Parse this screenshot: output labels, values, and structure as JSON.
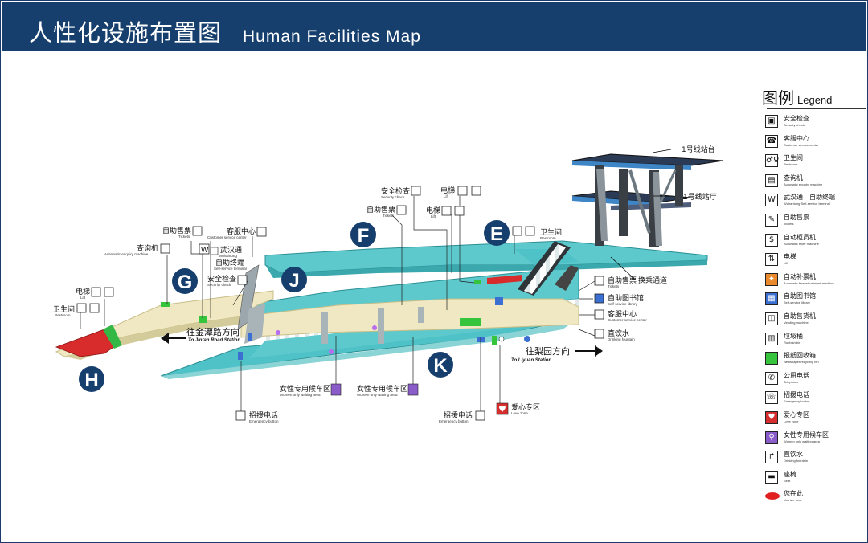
{
  "header": {
    "title_cn": "人性化设施布置图",
    "title_en": "Human Facilities Map"
  },
  "legend": {
    "title_cn": "图例",
    "title_en": "Legend",
    "items": [
      {
        "cn": "安全检查",
        "en": "Security check",
        "icon": "security-check-icon",
        "glyph": "▣",
        "color": "#ffffff"
      },
      {
        "cn": "客服中心",
        "en": "Customer service center",
        "icon": "customer-service-icon",
        "glyph": "☎",
        "color": "#ffffff"
      },
      {
        "cn": "卫生间",
        "en": "Restroom",
        "icon": "restroom-icon",
        "glyph": "♂♀",
        "color": "#ffffff"
      },
      {
        "cn": "查询机",
        "en": "Automatic enquiry machine",
        "icon": "enquiry-machine-icon",
        "glyph": "▤",
        "color": "#ffffff"
      },
      {
        "cn": "武汉通　自助终端",
        "en": "Wuhantong    Self-service terminal",
        "icon": "wuhantong-icon",
        "glyph": "W",
        "color": "#ffffff"
      },
      {
        "cn": "自助售票",
        "en": "Tickets",
        "icon": "ticket-machine-icon",
        "glyph": "✎",
        "color": "#ffffff"
      },
      {
        "cn": "自动柜员机",
        "en": "Automatic teller machine",
        "icon": "atm-icon",
        "glyph": "$",
        "color": "#ffffff"
      },
      {
        "cn": "电梯",
        "en": "Lift",
        "icon": "lift-icon",
        "glyph": "⇅",
        "color": "#ffffff"
      },
      {
        "cn": "自动补票机",
        "en": "Automatic fare adjustment machine",
        "icon": "fare-adjustment-icon",
        "glyph": "✦",
        "color": "#e98a2c"
      },
      {
        "cn": "自助图书馆",
        "en": "Self-service library",
        "icon": "library-icon",
        "glyph": "▦",
        "color": "#3b6fd1"
      },
      {
        "cn": "自助售货机",
        "en": "Vending machine",
        "icon": "vending-machine-icon",
        "glyph": "◫",
        "color": "#ffffff"
      },
      {
        "cn": "垃圾桶",
        "en": "Rubbish bin",
        "icon": "rubbish-bin-icon",
        "glyph": "▥",
        "color": "#ffffff"
      },
      {
        "cn": "报纸回收箱",
        "en": "Newspaper recycling bin",
        "icon": "newspaper-bin-icon",
        "glyph": "",
        "color": "#37c43d"
      },
      {
        "cn": "公用电话",
        "en": "Telephone",
        "icon": "telephone-icon",
        "glyph": "✆",
        "color": "#ffffff"
      },
      {
        "cn": "招援电话",
        "en": "Emergency button",
        "icon": "emergency-button-icon",
        "glyph": "☏",
        "color": "#ffffff"
      },
      {
        "cn": "爱心专区",
        "en": "Love zone",
        "icon": "love-zone-icon",
        "glyph": "♥",
        "color": "#d62e2e"
      },
      {
        "cn": "女性专用候车区",
        "en": "Women only waiting area",
        "icon": "women-waiting-icon",
        "glyph": "♀",
        "color": "#8a5cc9"
      },
      {
        "cn": "直饮水",
        "en": "Drinking fountain",
        "icon": "drinking-fountain-icon",
        "glyph": "↱",
        "color": "#ffffff"
      },
      {
        "cn": "座椅",
        "en": "Seat",
        "icon": "seat-icon",
        "glyph": "▬",
        "color": "#ffffff"
      },
      {
        "cn": "您在此",
        "en": "You are here",
        "icon": "you-are-here-icon",
        "glyph": "",
        "color": "#e02020"
      }
    ]
  },
  "map": {
    "exits": {
      "E": "E",
      "F": "F",
      "G": "G",
      "H": "H",
      "J": "J",
      "K": "K"
    },
    "labels": {
      "line1_platform": "1号线站台",
      "line1_hall": "1号线站厅",
      "transfer": "换乘通道",
      "security_f": "安全检查",
      "security_f_en": "Security check",
      "lift_top": "电梯",
      "lift_top_en": "Lift",
      "lift_mid": "电梯",
      "lift_mid_en": "Lift",
      "tickets_f": "自助售票",
      "tickets_f_en": "Tickets",
      "restroom_e": "卫生间",
      "restroom_e_en": "Restroom",
      "tickets_g": "自助售票",
      "tickets_g_en": "Tickets",
      "service_g": "客服中心",
      "service_g_en": "Customer service center",
      "enquiry": "查询机",
      "enquiry_en": "Automatic enquiry machine",
      "wuhantong": "武汉通",
      "wuhantong_en": "Wuhantong",
      "terminal": "自助终端",
      "terminal_en": "Self-service terminal",
      "security_j": "安全检查",
      "security_j_en": "Security check",
      "lift_h": "电梯",
      "lift_h_en": "Lift",
      "restroom_h": "卫生间",
      "restroom_h_en": "Restroom",
      "tickets_e": "自助售票",
      "tickets_e_en": "Tickets",
      "library": "自助图书馆",
      "library_en": "Self-service library",
      "service_e": "客服中心",
      "service_e_en": "Customer service center",
      "fountain": "直饮水",
      "fountain_en": "Drinking fountain",
      "women1": "女性专用候车区",
      "women1_en": "Women only waiting area",
      "women2": "女性专用候车区",
      "women2_en": "Women only waiting area",
      "emergency1": "招援电话",
      "emergency1_en": "Emergency button",
      "emergency2": "招援电话",
      "emergency2_en": "Emergency button",
      "love": "爱心专区",
      "love_en": "Love zone",
      "dir_west": "往金潭路方向",
      "dir_west_en": "To Jintan Road Station",
      "dir_east": "往梨园方向",
      "dir_east_en": "To Liyuan Station"
    }
  }
}
